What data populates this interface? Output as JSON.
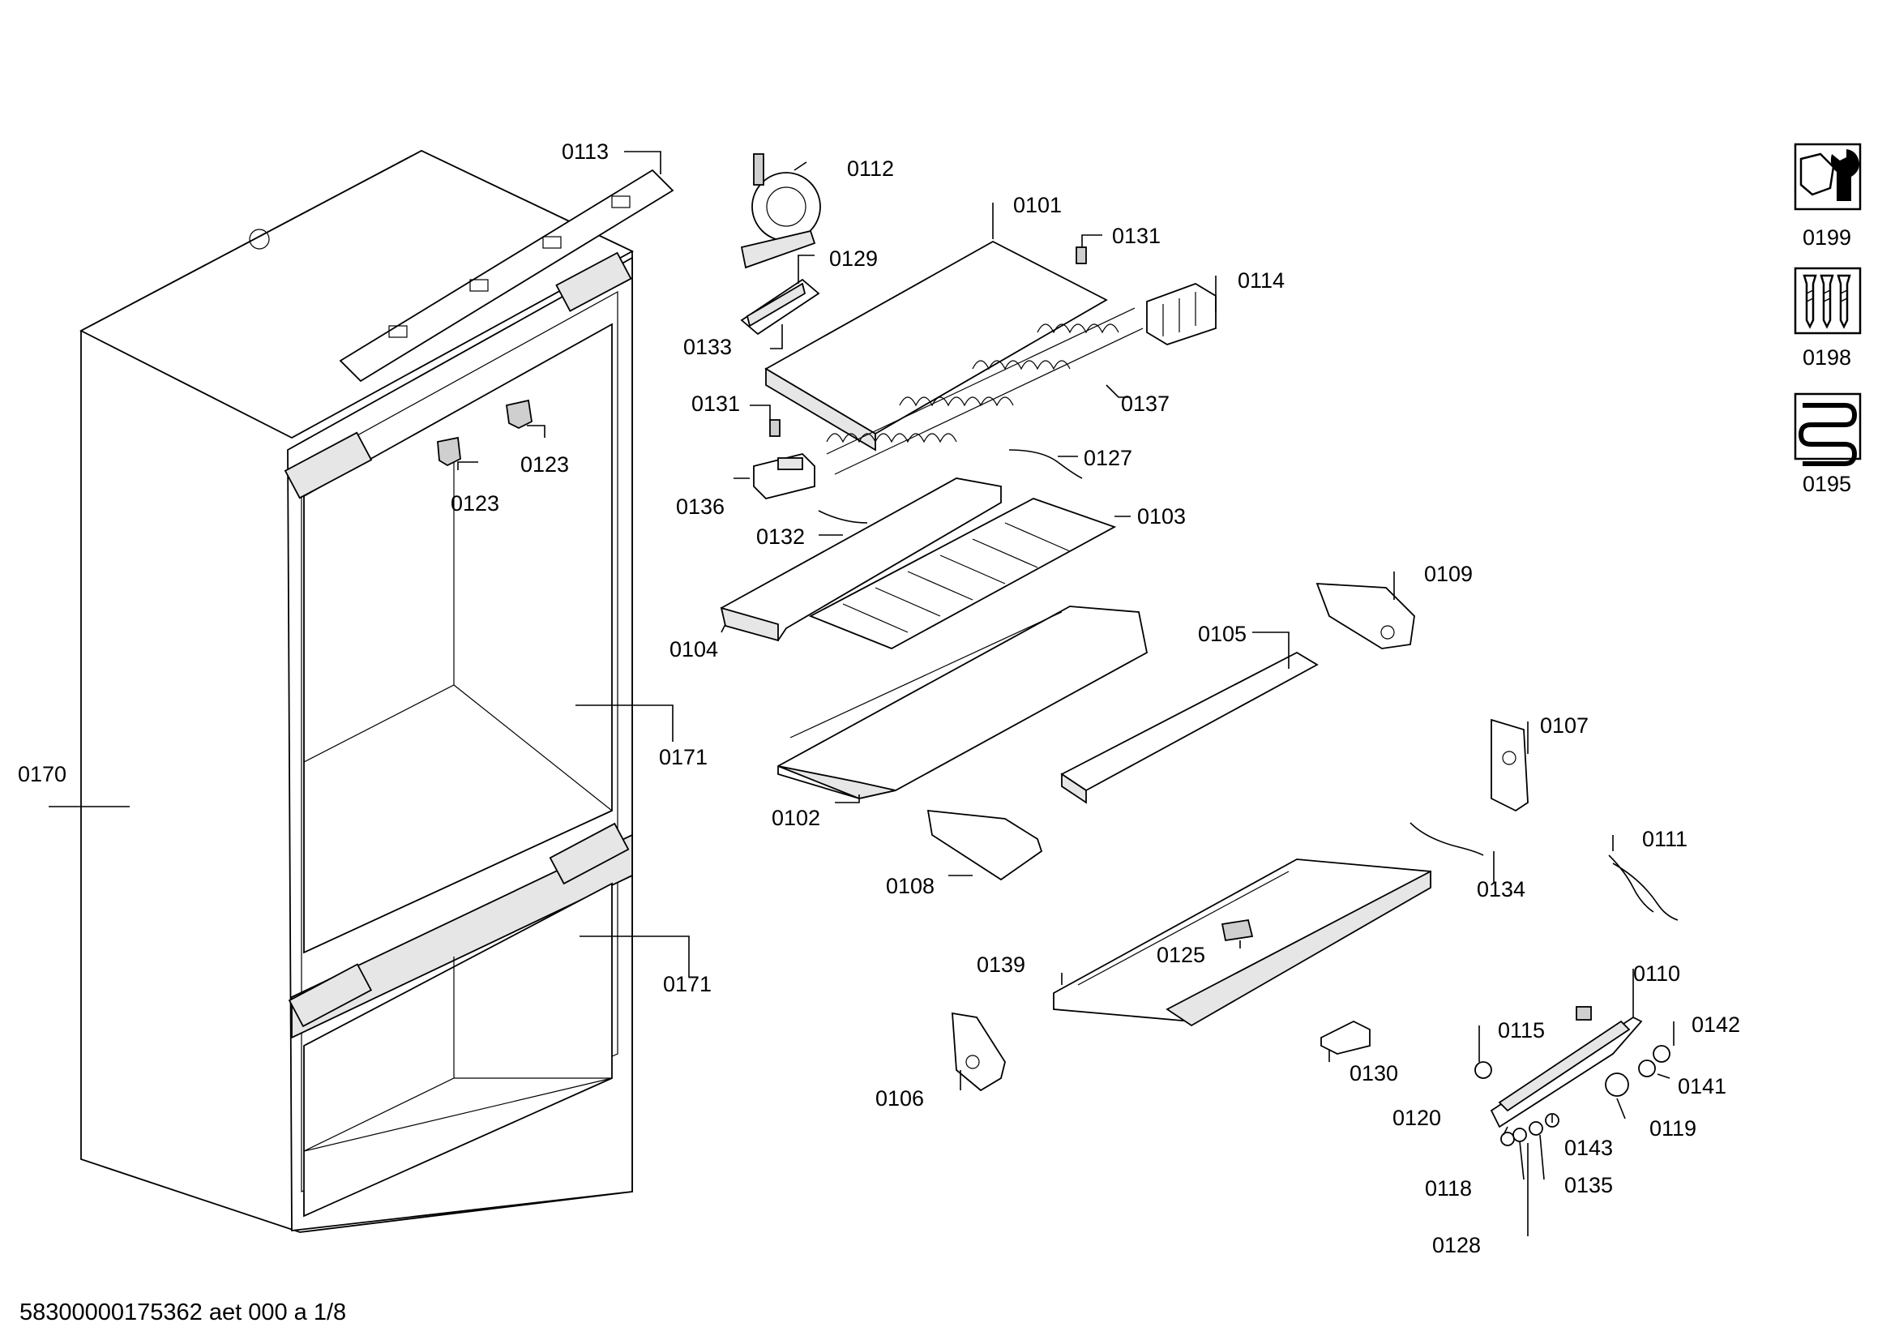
{
  "labels": {
    "p0113": "0113",
    "p0112": "0112",
    "p0101": "0101",
    "p0131a": "0131",
    "p0114": "0114",
    "p0129": "0129",
    "p0133": "0133",
    "p0131b": "0131",
    "p0137": "0137",
    "p0127": "0127",
    "p0136": "0136",
    "p0132": "0132",
    "p0103": "0103",
    "p0123a": "0123",
    "p0123b": "0123",
    "p0104": "0104",
    "p0109": "0109",
    "p0105": "0105",
    "p0170": "0170",
    "p0171a": "0171",
    "p0107": "0107",
    "p0102": "0102",
    "p0108": "0108",
    "p0134": "0134",
    "p0111": "0111",
    "p0139": "0139",
    "p0125": "0125",
    "p0171b": "0171",
    "p0110": "0110",
    "p0115": "0115",
    "p0142": "0142",
    "p0130": "0130",
    "p0141": "0141",
    "p0106": "0106",
    "p0119": "0119",
    "p0120": "0120",
    "p0143": "0143",
    "p0118": "0118",
    "p0135": "0135",
    "p0128": "0128"
  },
  "legend": [
    {
      "code": "0199",
      "icon": "wrench-nut-icon"
    },
    {
      "code": "0198",
      "icon": "screws-icon"
    },
    {
      "code": "0195",
      "icon": "heating-coil-icon"
    }
  ],
  "footer": "58300000175362 aet 000 a 1/8"
}
